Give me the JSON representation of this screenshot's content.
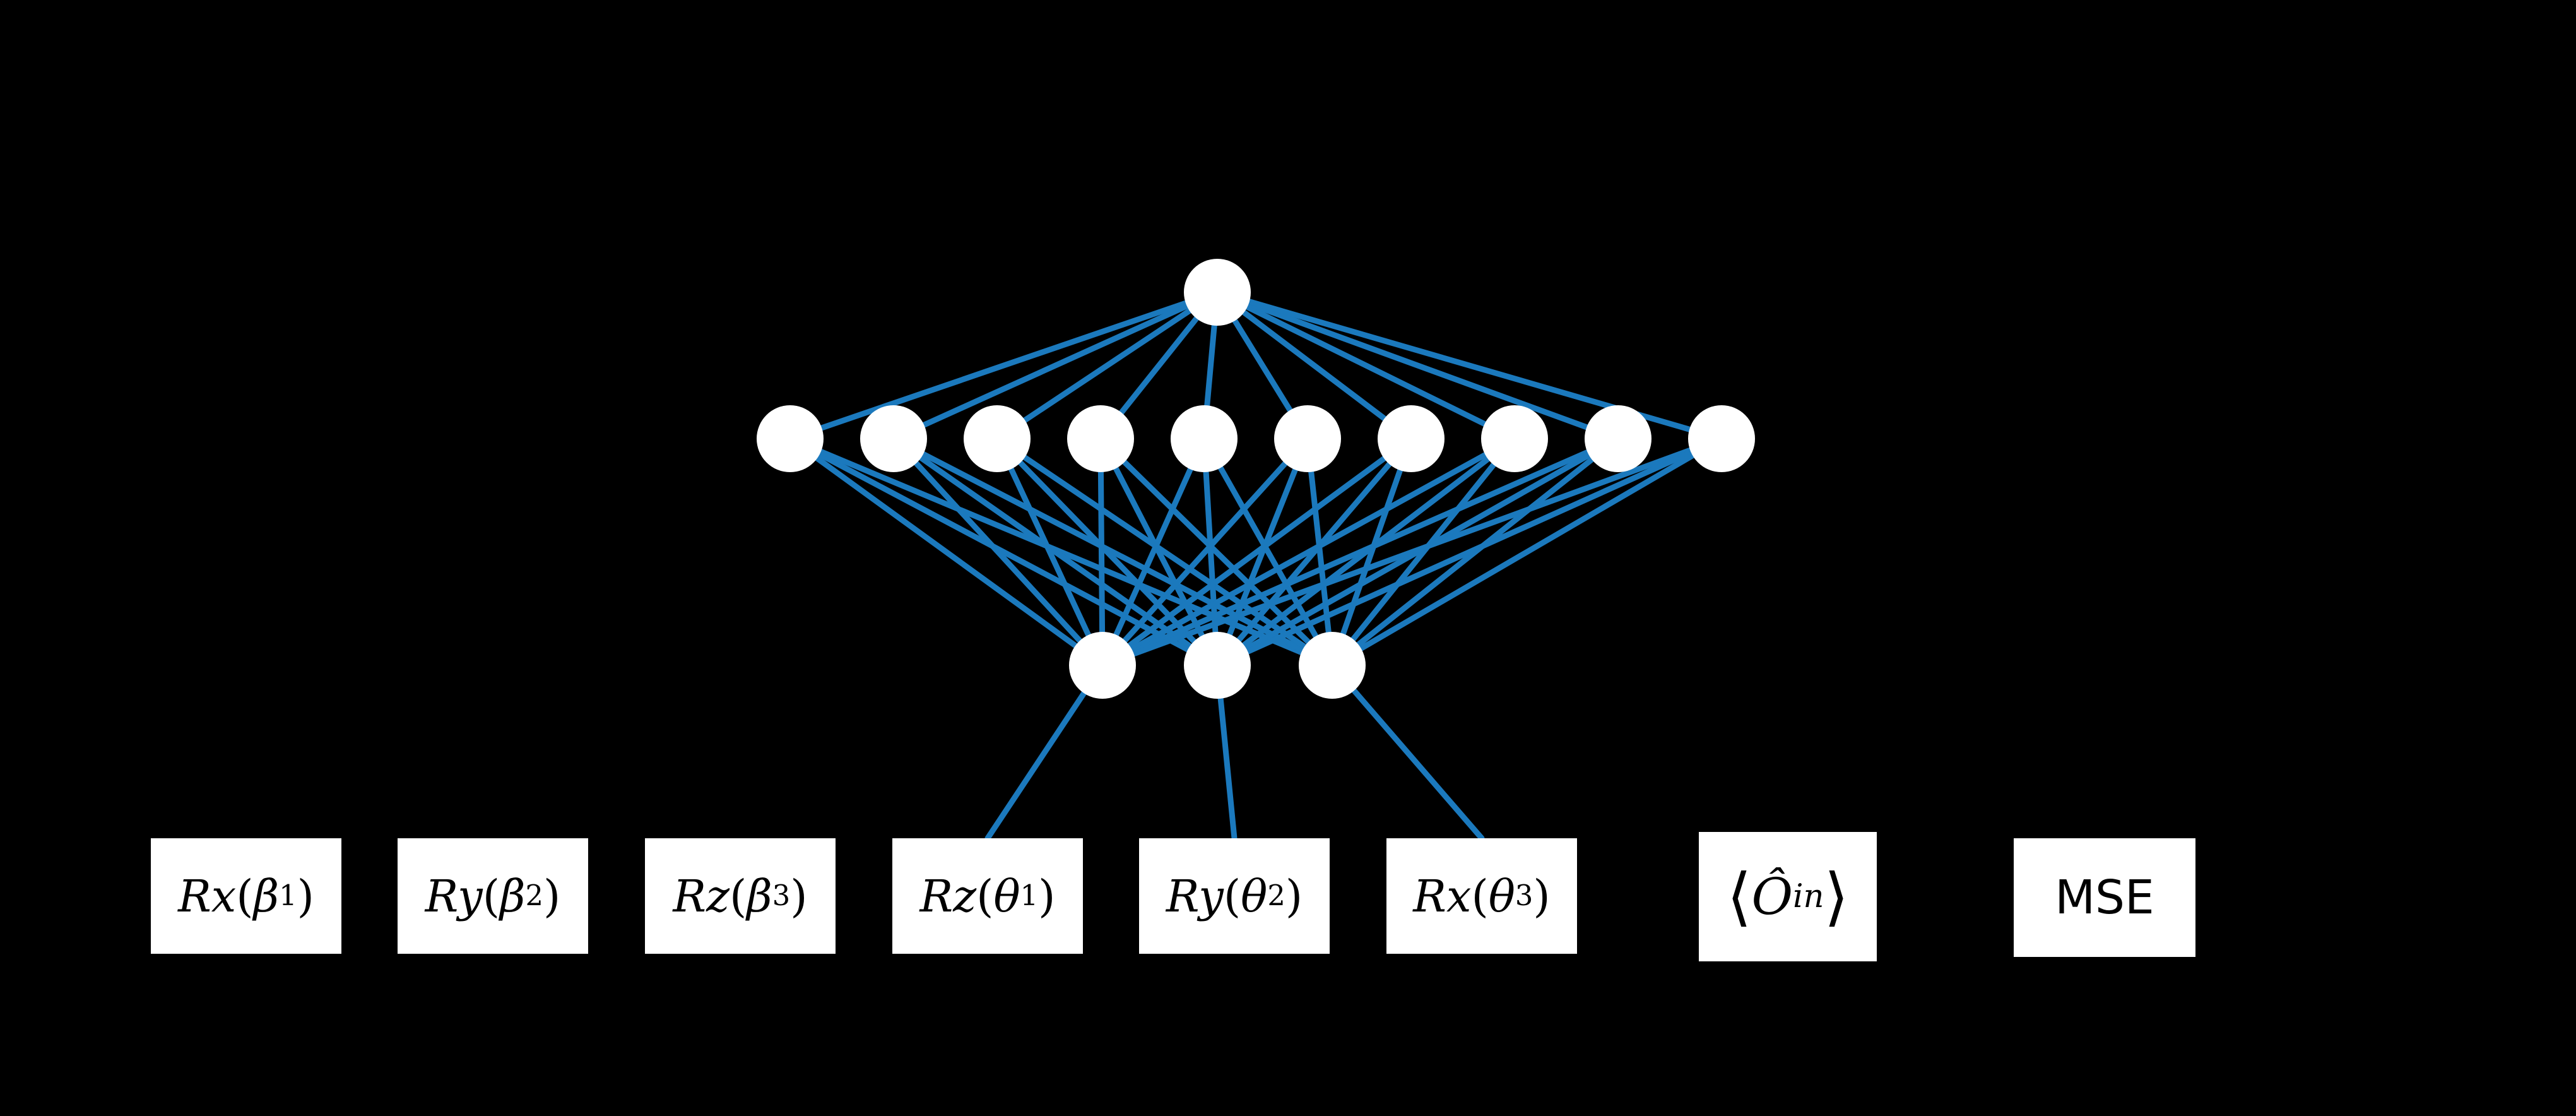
{
  "page": {
    "background": "#000000"
  },
  "network": {
    "node_fill": "#ffffff",
    "edge_color": "#1b79bd",
    "layers": [
      {
        "name": "top",
        "count": 1
      },
      {
        "name": "hidden",
        "count": 10
      },
      {
        "name": "output",
        "count": 3
      }
    ],
    "connectivity": [
      {
        "from": "top",
        "to": "hidden",
        "type": "full"
      },
      {
        "from": "hidden",
        "to": "output",
        "type": "full"
      },
      {
        "from": "output",
        "to": "theta-gate-boxes",
        "type": "one-to-one"
      }
    ]
  },
  "boxes": [
    {
      "name": "rx-beta1",
      "kind": "gate",
      "parts": [
        {
          "text": "Rx",
          "italic": true
        },
        {
          "text": "("
        },
        {
          "text": "β",
          "italic": true
        },
        {
          "text": "1",
          "sub": true
        },
        {
          "text": ")"
        }
      ]
    },
    {
      "name": "ry-beta2",
      "kind": "gate",
      "parts": [
        {
          "text": "Ry",
          "italic": true
        },
        {
          "text": "("
        },
        {
          "text": "β",
          "italic": true
        },
        {
          "text": "2",
          "sub": true
        },
        {
          "text": ")"
        }
      ]
    },
    {
      "name": "rz-beta3",
      "kind": "gate",
      "parts": [
        {
          "text": "Rz",
          "italic": true
        },
        {
          "text": "("
        },
        {
          "text": "β",
          "italic": true
        },
        {
          "text": "3",
          "sub": true
        },
        {
          "text": ")"
        }
      ]
    },
    {
      "name": "rz-theta1",
      "kind": "gate",
      "parts": [
        {
          "text": "Rz",
          "italic": true
        },
        {
          "text": "("
        },
        {
          "text": "θ",
          "italic": true
        },
        {
          "text": "1",
          "sub": true
        },
        {
          "text": ")"
        }
      ]
    },
    {
      "name": "ry-theta2",
      "kind": "gate",
      "parts": [
        {
          "text": "Ry",
          "italic": true
        },
        {
          "text": "("
        },
        {
          "text": "θ",
          "italic": true
        },
        {
          "text": "2",
          "sub": true
        },
        {
          "text": ")"
        }
      ]
    },
    {
      "name": "rx-theta3",
      "kind": "gate",
      "parts": [
        {
          "text": "Rx",
          "italic": true
        },
        {
          "text": "("
        },
        {
          "text": "θ",
          "italic": true
        },
        {
          "text": "3",
          "sub": true
        },
        {
          "text": ")"
        }
      ]
    },
    {
      "name": "expectation-o-in",
      "kind": "expectation",
      "parts": [
        {
          "text": "⟨",
          "big": true
        },
        {
          "text": "Ô",
          "italic": true
        },
        {
          "text": "in",
          "sub": true,
          "italic": true
        },
        {
          "text": "⟩",
          "big": true
        }
      ]
    },
    {
      "name": "mse",
      "kind": "mse",
      "parts": [
        {
          "text": "MSE"
        }
      ]
    }
  ]
}
